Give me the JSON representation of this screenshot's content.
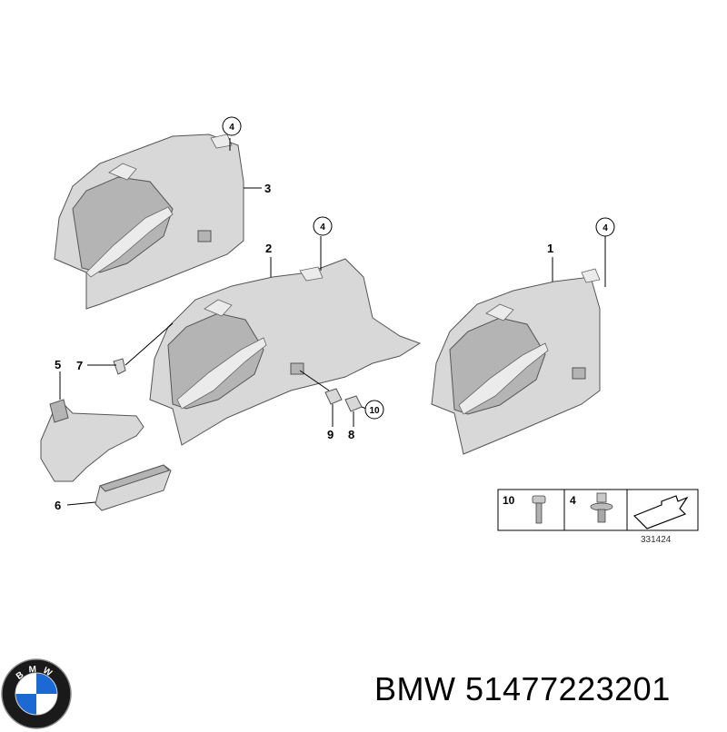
{
  "callouts": {
    "c1": "1",
    "c2": "2",
    "c3": "3",
    "c4a": "4",
    "c4b": "4",
    "c4c": "4",
    "c5": "5",
    "c6": "6",
    "c7": "7",
    "c8": "8",
    "c9": "9",
    "c10": "10"
  },
  "legend": {
    "item_10": "10",
    "item_4": "4",
    "diagram_code": "331424"
  },
  "footer": {
    "brand_text": "BMW 51477223201",
    "logo_letters": "BMW"
  },
  "colors": {
    "part_fill": "#d8d8d8",
    "logo_blue": "#1c69d4",
    "logo_ring": "#1a1a1a"
  },
  "icons": {
    "logo": "bmw-roundel-icon",
    "arrow": "outline-arrow-icon"
  }
}
